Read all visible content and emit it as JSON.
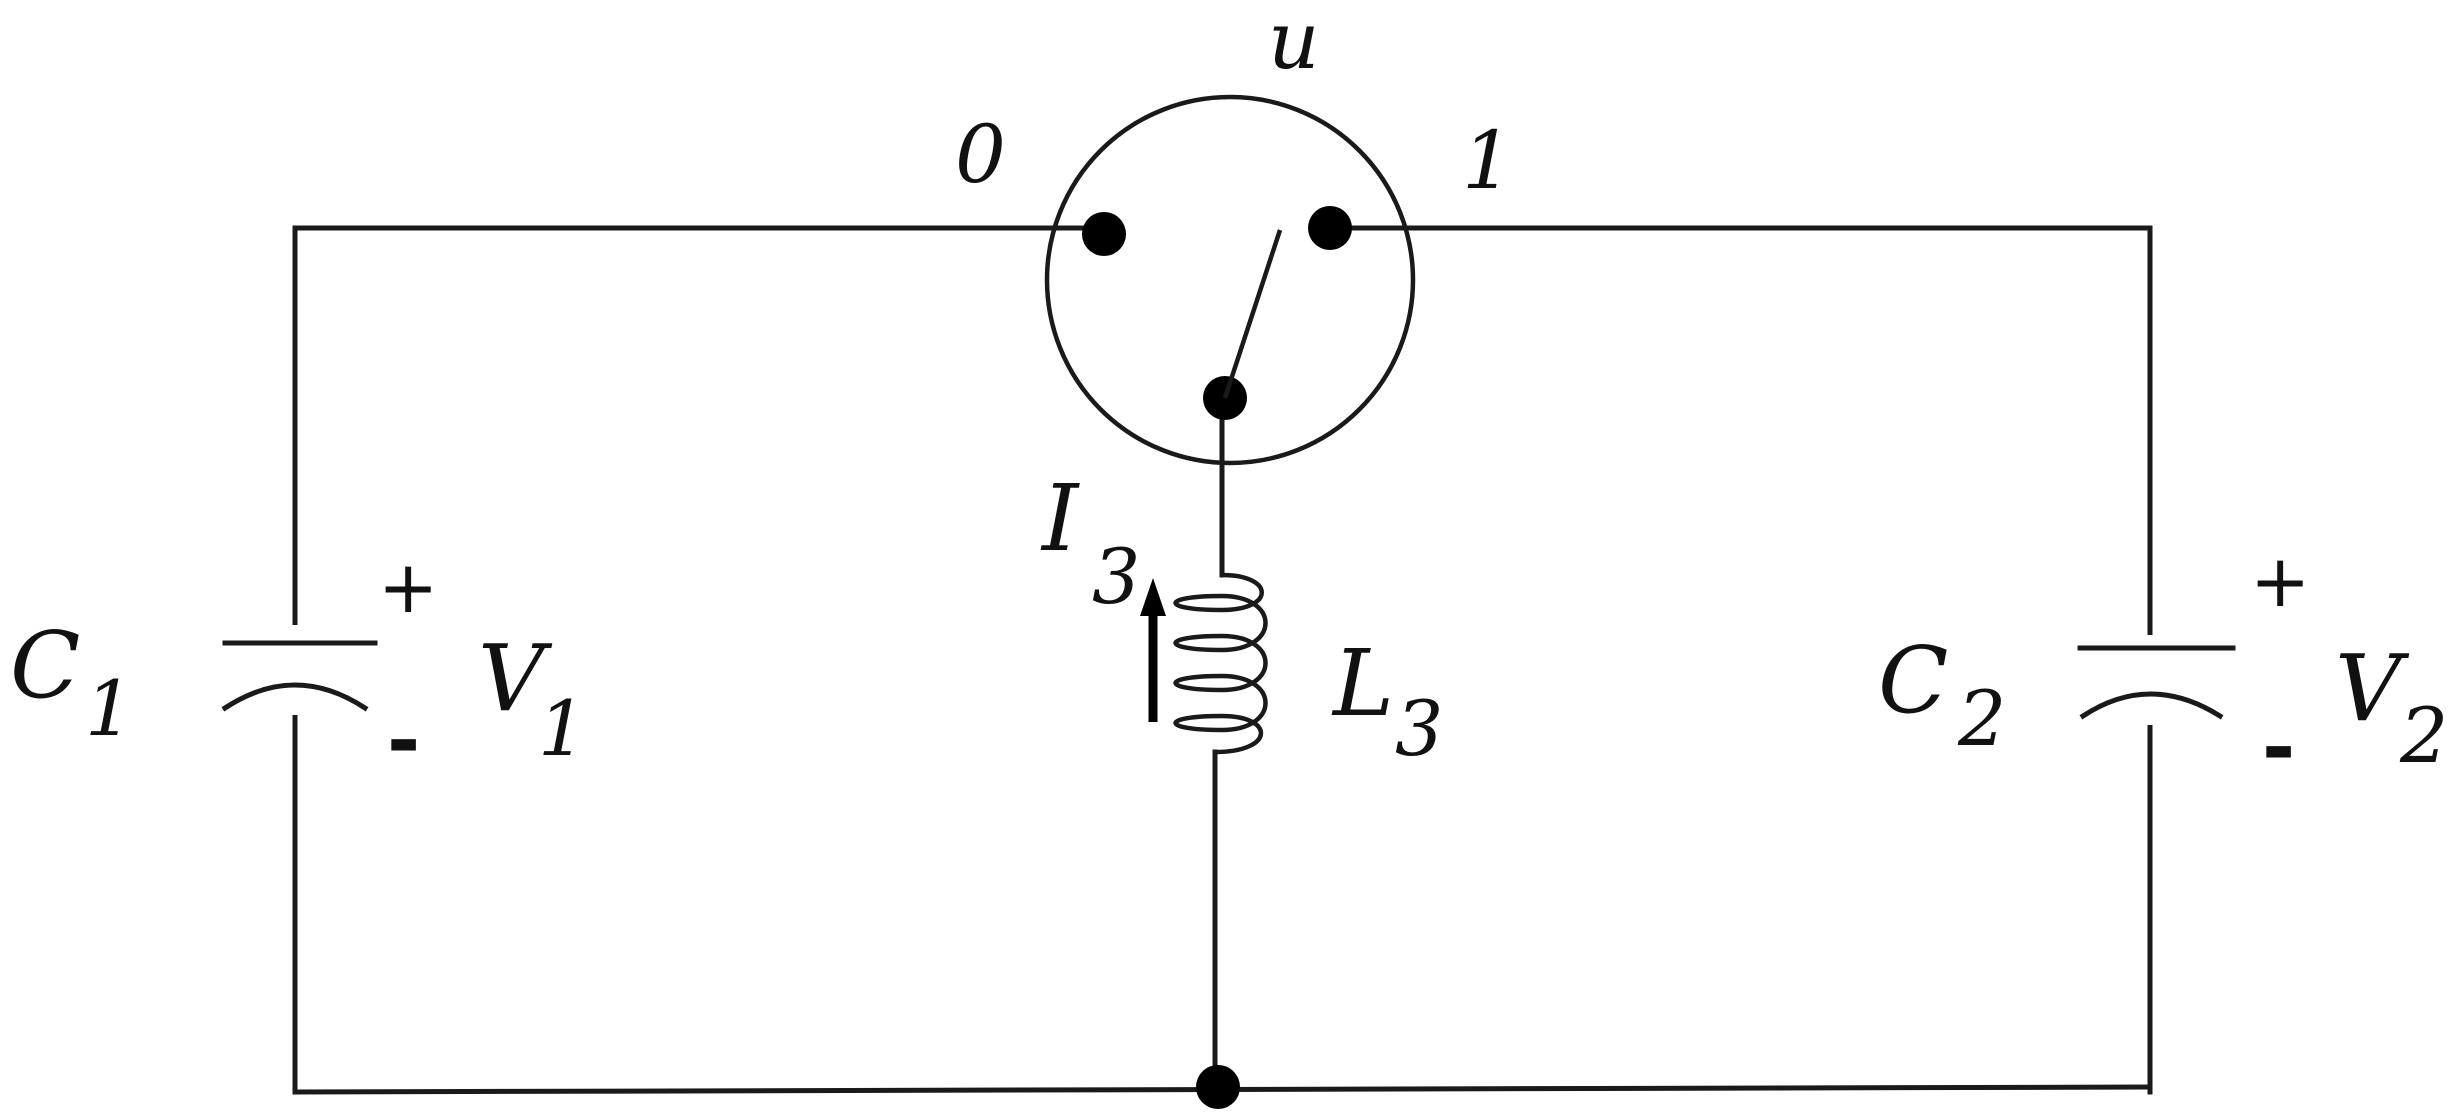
{
  "switch": {
    "control_label": "u",
    "position_0_label": "0",
    "position_1_label": "1",
    "selected_position": "1"
  },
  "capacitor_1": {
    "name_main": "C",
    "name_sub": "1",
    "voltage_main": "V",
    "voltage_sub": "1",
    "plus": "+",
    "minus": "-"
  },
  "capacitor_2": {
    "name_main": "C",
    "name_sub": "2",
    "voltage_main": "V",
    "voltage_sub": "2",
    "plus": "+",
    "minus": "-"
  },
  "inductor": {
    "name_main": "L",
    "name_sub": "3",
    "current_main": "I",
    "current_sub": "3",
    "current_direction": "up"
  },
  "colors": {
    "line": "#1a1a1a",
    "background": "#ffffff"
  }
}
